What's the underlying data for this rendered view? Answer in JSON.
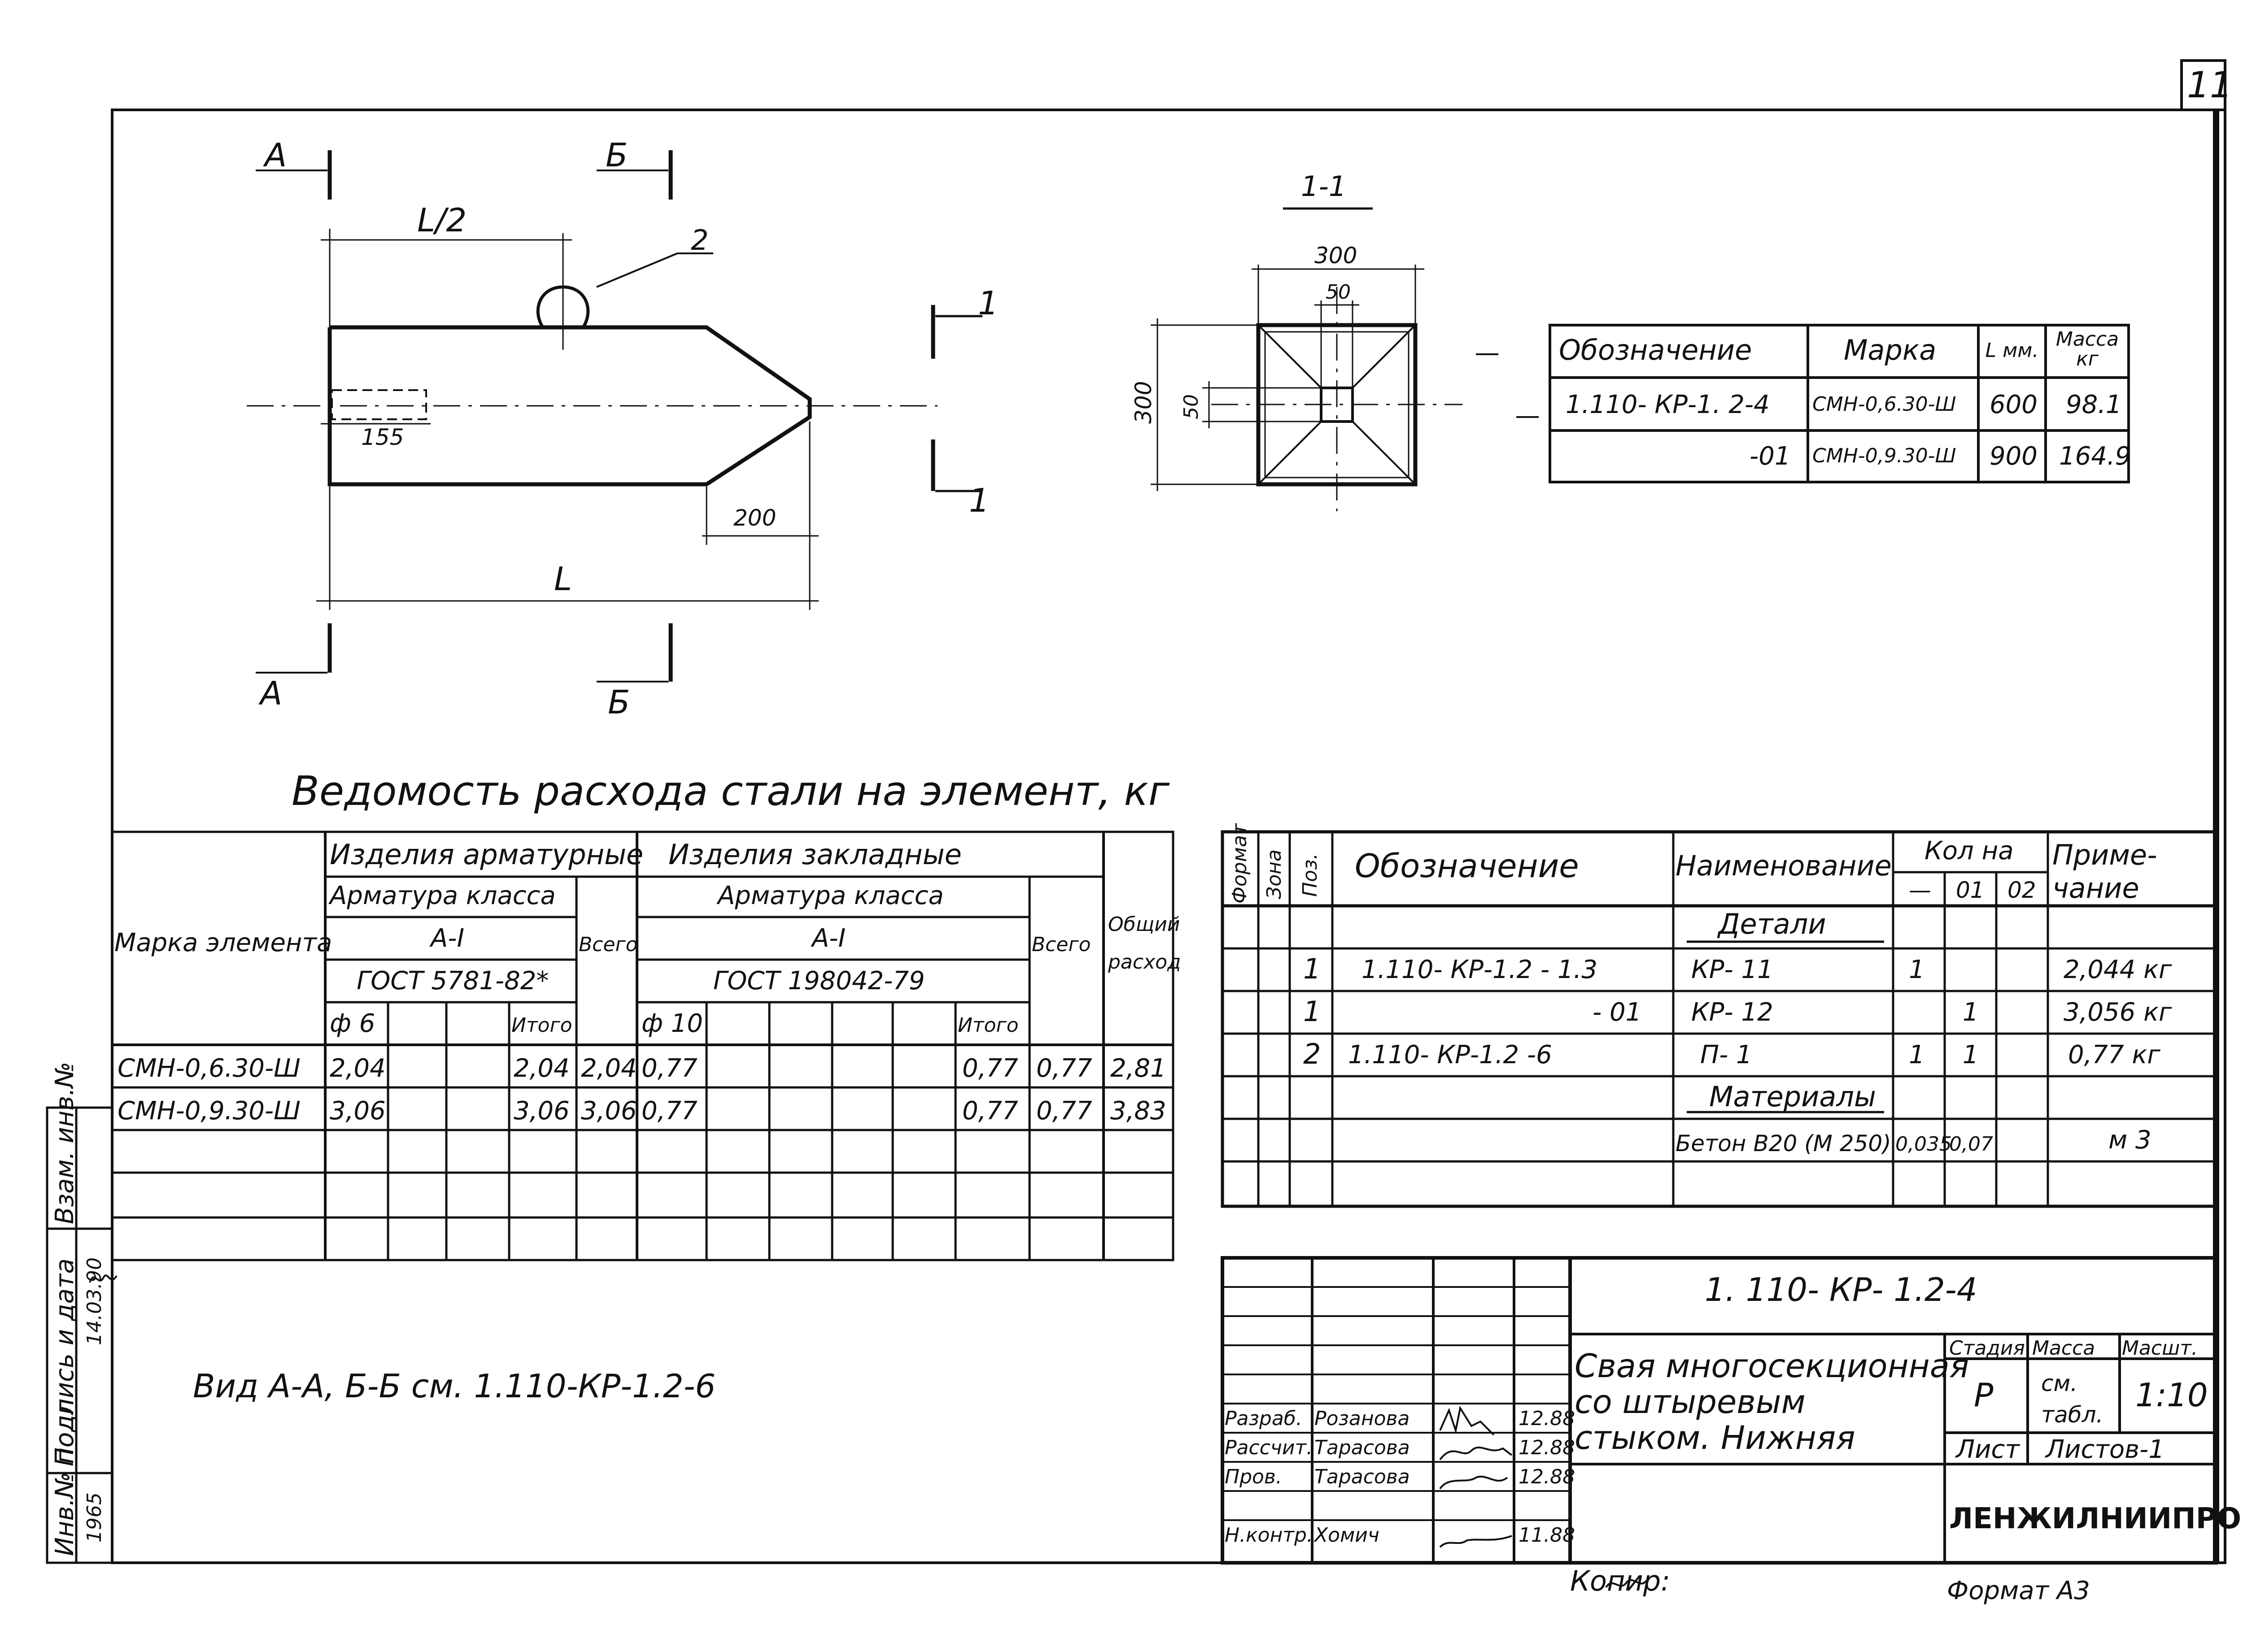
{
  "sheet_number": "11",
  "cut_labels": {
    "a": "А",
    "b": "Б",
    "s1": "1"
  },
  "plan": {
    "half_len": "L/2",
    "pos2": "2",
    "dim155": "155",
    "dim200": "200",
    "len": "L"
  },
  "section": {
    "title": "1-1",
    "w300": "300",
    "w50": "50",
    "h300": "300",
    "h50": "50"
  },
  "marks_table": {
    "headers": [
      "Обозначение",
      "Марка",
      "L мм.",
      "Масса кг"
    ],
    "rows": [
      [
        "1.110- КР-1. 2-4",
        "СМН-0,6.30-Ш",
        "600",
        "98.1"
      ],
      [
        "-01",
        "СМН-0,9.30-Ш",
        "900",
        "164.9"
      ]
    ]
  },
  "steel": {
    "title": "Ведомость расхода стали на элемент, кг",
    "col_mark": "Марка элемента",
    "grp_rebar": "Изделия арматурные",
    "grp_embed": "Изделия закладные",
    "sub_rebar": "Арматура класса",
    "sub_embed": "Арматура класса",
    "class1": "A-I",
    "class2": "A-I",
    "gost1": "ГОСТ 5781-82*",
    "gost2": "ГОСТ 198042-79",
    "total1": "Всего",
    "total2": "Всего",
    "total_all": "Общий расход",
    "d6": "ф 6",
    "itog1": "Итого",
    "d10": "ф 10",
    "itog2": "Итого",
    "rows": [
      [
        "СМН-0,6.30-Ш",
        "2,04",
        "2,04",
        "2,04",
        "0,77",
        "0,77",
        "0,77",
        "2,81"
      ],
      [
        "СМН-0,9.30-Ш",
        "3,06",
        "3,06",
        "3,06",
        "0,77",
        "0,77",
        "0,77",
        "3,83"
      ]
    ]
  },
  "view_note": "Вид А-А, Б-Б  см.  1.110-КР-1.2-6",
  "spec": {
    "h_format": "Формат",
    "h_zone": "Зона",
    "h_pos": "Поз.",
    "h_desig": "Обозначение",
    "h_name": "Наименование",
    "h_qty": "Кол на",
    "h_q0": "—",
    "h_q1": "01",
    "h_q2": "02",
    "h_note": "Приме- чание",
    "sec_details": "Детали",
    "sec_materials": "Материалы",
    "rows": [
      {
        "pos": "1",
        "desig": "1.110- КР-1.2 - 1.3",
        "name": "КР- 11",
        "q0": "1",
        "q1": "",
        "note": "2,044 кг"
      },
      {
        "pos": "1",
        "desig": "- 01",
        "name": "КР- 12",
        "q0": "",
        "q1": "1",
        "note": "3,056 кг"
      },
      {
        "pos": "2",
        "desig": "1.110- КР-1.2 -6",
        "name": "П- 1",
        "q0": "1",
        "q1": "1",
        "note": "0,77 кг"
      }
    ],
    "concrete": "Бетон В20 (М 250)",
    "c_q0": "0,035",
    "c_q1": "0,07",
    "c_unit": "м 3"
  },
  "title_block": {
    "code": "1. 110- КР- 1.2-4",
    "name_l1": "Свая многосекционная",
    "name_l2": "со штыревым",
    "name_l3": "стыком. Нижняя",
    "h_stage": "Стадия",
    "h_mass": "Масса",
    "h_scale": "Масшт.",
    "stage": "Р",
    "mass": "см. табл.",
    "scale": "1:10",
    "sheet": "Лист",
    "sheets": "Листов-1",
    "org": "ЛЕНЖИЛНИИПРОЕКТ",
    "people": [
      {
        "role": "Разраб.",
        "name": "Розанова",
        "date": "12.88"
      },
      {
        "role": "Рассчит.",
        "name": "Тарасова",
        "date": "12.88"
      },
      {
        "role": "Пров.",
        "name": "Тарасова",
        "date": "12.88"
      },
      {
        "role": "Н.контр.",
        "name": "Хомич",
        "date": "11.88"
      }
    ]
  },
  "stamp": {
    "inv": "Инв.№ подл.",
    "sign": "Подпись и дата",
    "vzam": "Взам. инв.№",
    "inv_val": "1965",
    "date_val": "14.03.90"
  },
  "copy": "Копир:",
  "format": "Формат А3"
}
